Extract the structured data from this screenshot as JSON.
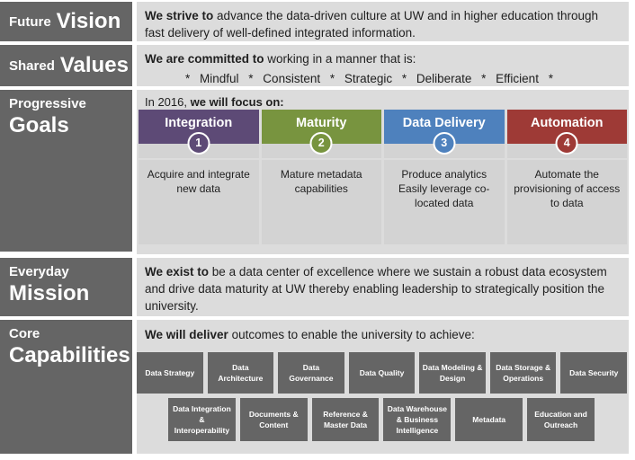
{
  "colors": {
    "label_bg": "#656565",
    "panel_bg": "#dcdcdc",
    "cell_bg": "#d3d3d3",
    "integration_purple": "#5d4a76",
    "maturity_green": "#78943f",
    "delivery_blue": "#4e81bd",
    "automation_red": "#9e3a36"
  },
  "vision": {
    "label_small": "Future",
    "label_large": "Vision",
    "lead": "We strive to",
    "text": "advance the data-driven culture at UW and in higher education through fast delivery of well-defined integrated information."
  },
  "values": {
    "label_small": "Shared",
    "label_large": "Values",
    "lead": "We are committed to",
    "text": "working in a manner that is:",
    "list": "* Mindful * Consistent * Strategic * Deliberate * Efficient *"
  },
  "goals": {
    "label_small": "Progressive",
    "label_large": "Goals",
    "intro_plain": "In 2016,",
    "intro_bold": "we will focus on:",
    "columns": [
      {
        "title": "Integration",
        "number": "1",
        "color": "#5d4a76",
        "description": "Acquire and integrate\nnew data"
      },
      {
        "title": "Maturity",
        "number": "2",
        "color": "#78943f",
        "description": "Mature metadata\ncapabilities"
      },
      {
        "title": "Data Delivery",
        "number": "3",
        "color": "#4e81bd",
        "description": "Produce analytics\nEasily leverage co-\nlocated data"
      },
      {
        "title": "Automation",
        "number": "4",
        "color": "#9e3a36",
        "description": "Automate the\nprovisioning of access\nto data"
      }
    ]
  },
  "mission": {
    "label_small": "Everyday",
    "label_large": "Mission",
    "lead": "We exist to",
    "text": "be a data center of excellence where we sustain a robust data ecosystem and drive data maturity at UW thereby enabling leadership to strategically position the university."
  },
  "capabilities": {
    "label_small": "Core",
    "label_large": "Capabilities",
    "lead": "We will deliver",
    "text": "outcomes to enable the university to achieve:",
    "row1": [
      "Data Strategy",
      "Data\nArchitecture",
      "Data\nGovernance",
      "Data Quality",
      "Data Modeling &\nDesign",
      "Data Storage &\nOperations",
      "Data Security"
    ],
    "row2": [
      "Data Integration\n&\nInteroperability",
      "Documents &\nContent",
      "Reference &\nMaster Data",
      "Data Warehouse\n& Business\nIntelligence",
      "Metadata",
      "Education and\nOutreach"
    ]
  }
}
